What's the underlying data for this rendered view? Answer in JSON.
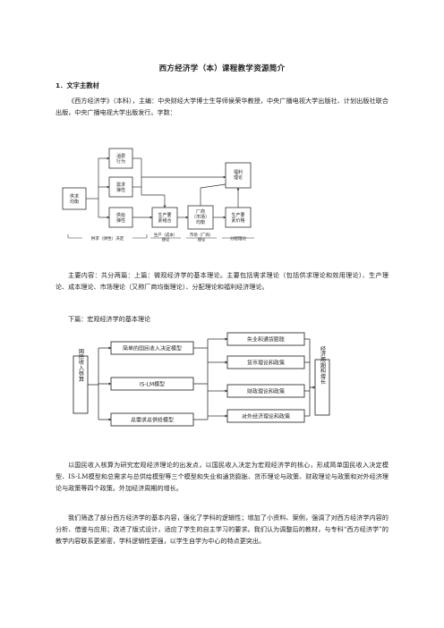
{
  "doc": {
    "title": "西方经济学（本）课程教学资源简介",
    "section1": "1．文字主教材",
    "intro": "《西方经济学》（本科），主编：中央财经大学博士生导师侯荣华教授，中央广播电视大学出版社、计划出版社联合出版，中央广播电视大学出版发行。字数：",
    "part1": "主要内容：共分两篇：上篇：微观经济学的基本理论。主要包括需求理论（包括供求理论和效用理论）、生产理论、成本理论、市场理论（又称厂商均衡理论）、分配理论和福利经济理论。",
    "part2_heading": "下篇：宏观经济学的基本理论",
    "para3": "以国民收入核算为研究宏观经济理论的出发点，以国民收入决定为宏观经济学的核心，形成简单国民收入决定模型、IS-LM模型和总需求与总供给模型等三个模型和失业和通货膨胀、货币理论与政策、财政理论与政策和对外经济理论与政策等四个政策。外加经济周期的增长。",
    "para4": "我们筛选了部分西方经济学的基本内容，强化了学科的逻辑性；增加了小资料、案例，强调了对西方经济学内容的分析、借鉴与应用；改进了版式设计，适应了学生的自主学习的要求。我们认为调整后的教材，与专科“西方经济学”的教学内容联系更紧密，学科逻辑性更强，以学生自学为中心的特点更突出。"
  },
  "diagram1": {
    "supply_demand": "供求\n均衡",
    "utility": "消费\n行为",
    "demand": "需求\n弹性",
    "supply": "供给\n弹性",
    "production": "生产要\n素组合",
    "firm": "厂商\n（市场）\n均衡",
    "factor": "生产要\n素价格",
    "welfare": "福利\n理论",
    "label1": "供求（弹性）决定",
    "label2": "生产（成本）\n理论",
    "label3": "市场（厂商）\n理论",
    "label4": "分配理论"
  },
  "diagram2": {
    "left": "国民收入核算",
    "model1": "简单的国民收入决定模型",
    "model2": "IS-LM模型",
    "model3": "总需求总供给模型",
    "policy1": "失业和通货膨胀",
    "policy2": "货币理论和政策",
    "policy3": "财政理论和政策",
    "policy4": "对外经济理论和政策",
    "right": "经济周期和增长"
  }
}
